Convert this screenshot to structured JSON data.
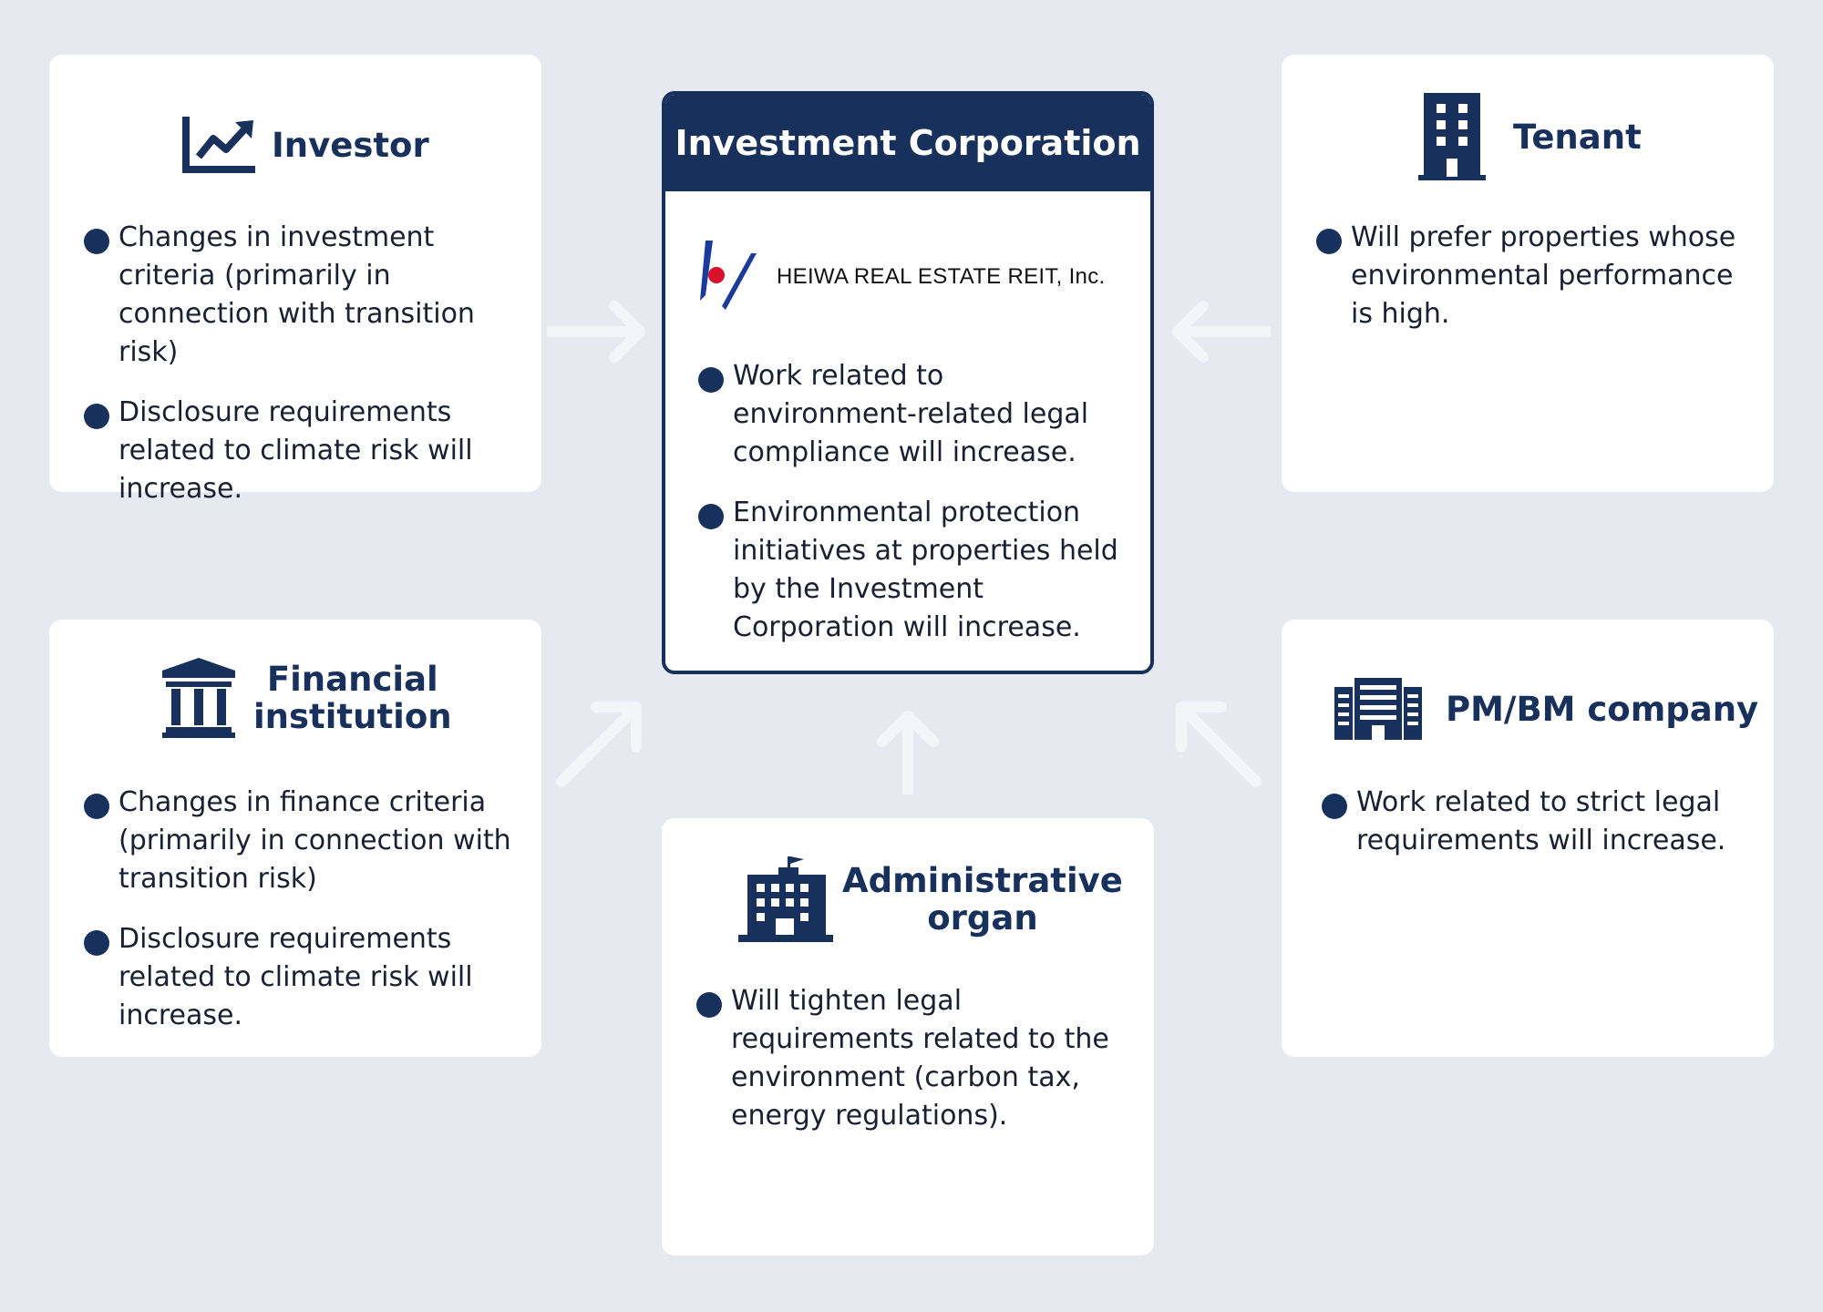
{
  "center": {
    "title": "Investment Corporation",
    "logo_text": "HEIWA REAL ESTATE REIT, Inc.",
    "bullets": [
      "Work related to environment-related legal compliance will increase.",
      "Environmental protection initiatives at properties held by the Investment Corporation will increase."
    ]
  },
  "investor": {
    "title": "Investor",
    "icon": "chart-line-up-icon",
    "bullets": [
      "Changes in investment criteria (primarily in connection with transition risk)",
      "Disclosure requirements related to climate risk will increase."
    ]
  },
  "tenant": {
    "title": "Tenant",
    "icon": "building-icon",
    "bullets": [
      "Will prefer properties whose environmental performance is high."
    ]
  },
  "financial": {
    "title_line1": "Financial",
    "title_line2": "institution",
    "icon": "bank-icon",
    "bullets": [
      "Changes in finance criteria (primarily in connection with transition risk)",
      "Disclosure requirements related to climate risk will increase."
    ]
  },
  "admin": {
    "title_line1": "Administrative",
    "title_line2": "organ",
    "icon": "government-building-icon",
    "bullets": [
      "Will tighten legal requirements related to the environment (carbon tax, energy regulations)."
    ]
  },
  "pmbm": {
    "title": "PM/BM company",
    "icon": "office-building-icon",
    "bullets": [
      "Work related to strict legal requirements will increase."
    ]
  },
  "colors": {
    "navy": "#17305c",
    "background": "#e6e9ef",
    "arrow": "#f4f5f8",
    "logo_red": "#d8102c",
    "logo_blue": "#1a3a9c"
  }
}
